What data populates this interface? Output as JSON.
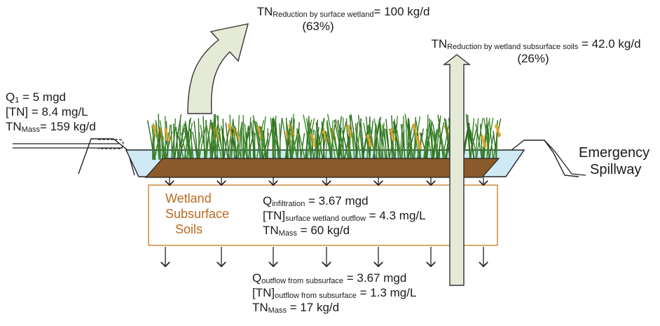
{
  "top_reduction": {
    "prefix": "TN",
    "sub": "Reduction by surface wetland",
    "value": "= 100 kg/d",
    "percent": "(63%)"
  },
  "right_reduction": {
    "prefix": "TN",
    "sub": "Reduction by wetland subsurface soils",
    "value": " = 42.0 kg/d",
    "percent": "(26%)"
  },
  "inflow": {
    "q_prefix": "Q",
    "q_sub": "1",
    "q_value": " = 5 mgd",
    "tn_line": "[TN] = 8.4 mg/L",
    "mass_prefix": "TN",
    "mass_sub": "Mass",
    "mass_value": "= 159 kg/d"
  },
  "emergency_spillway": {
    "line1": "Emergency",
    "line2": "Spillway"
  },
  "wetland_soils": {
    "line1": "Wetland",
    "line2": "Subsurface",
    "line3": "Soils"
  },
  "infiltration": {
    "q_prefix": "Q",
    "q_sub": "infiltration",
    "q_value": " = 3.67 mgd",
    "tn_prefix": "[TN]",
    "tn_sub": "surface wetland outflow",
    "tn_value": " = 4.3 mg/L",
    "mass_prefix": "TN",
    "mass_sub": "Mass",
    "mass_value": " = 60 kg/d"
  },
  "subsurface_outflow": {
    "q_prefix": "Q",
    "q_sub": "outflow from subsurface",
    "q_value": " = 3.67 mgd",
    "tn_prefix": "[TN]",
    "tn_sub": "outflow from subsurface",
    "tn_value": " = 1.3 mg/L",
    "mass_prefix": "TN",
    "mass_sub": "Mass",
    "mass_value": " = 17 kg/d"
  },
  "colors": {
    "water": "#cfe9f5",
    "sediment": "#8b5a2b",
    "soil_box_border": "#d4914a",
    "soil_text": "#b86a1f",
    "arrow_fill": "#e5ead7",
    "grass": "#3f8a2c",
    "grass_seed": "#e0a42a"
  }
}
